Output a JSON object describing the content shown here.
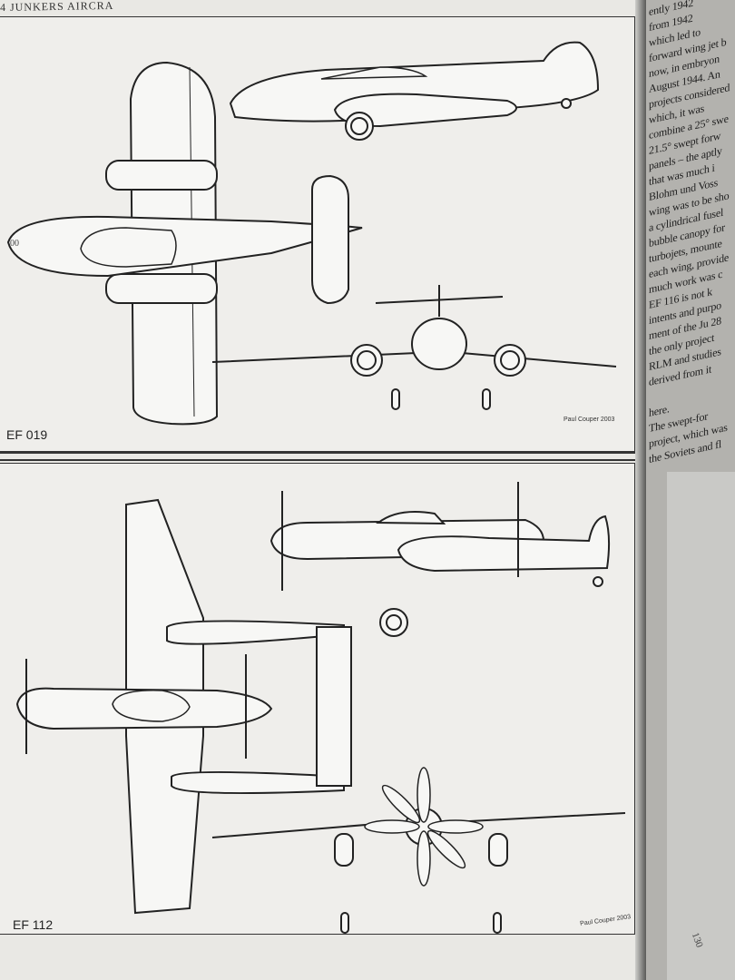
{
  "header": {
    "running_head": "4   JUNKERS AIRCRA"
  },
  "panels": [
    {
      "label": "EF 019",
      "credit": "Paul Couper 2003"
    },
    {
      "label": "EF 112",
      "credit": "Paul Couper 2003"
    }
  ],
  "right_page_text": [
    "ently 1942",
    "from 1942",
    "which led to",
    "forward wing jet b",
    "now, in embryon",
    "August 1944. An",
    "projects considered",
    "which, it was",
    "combine a 25° swe",
    "21.5° swept forw",
    "panels – the aptly",
    "that was much i",
    "Blohm und Voss",
    "wing was to be sho",
    "a cylindrical fusel",
    "bubble canopy for",
    "turbojets, mounte",
    "each wing, provide",
    "much work was c",
    "EF 116 is not k",
    "intents and purpo",
    "ment of the Ju 28",
    "the only project",
    "RLM and studies",
    "derived from it",
    "",
    "here.",
    "  The swept-for",
    "project, which was",
    "the Soviets and fl"
  ],
  "lower_page_number": "130"
}
